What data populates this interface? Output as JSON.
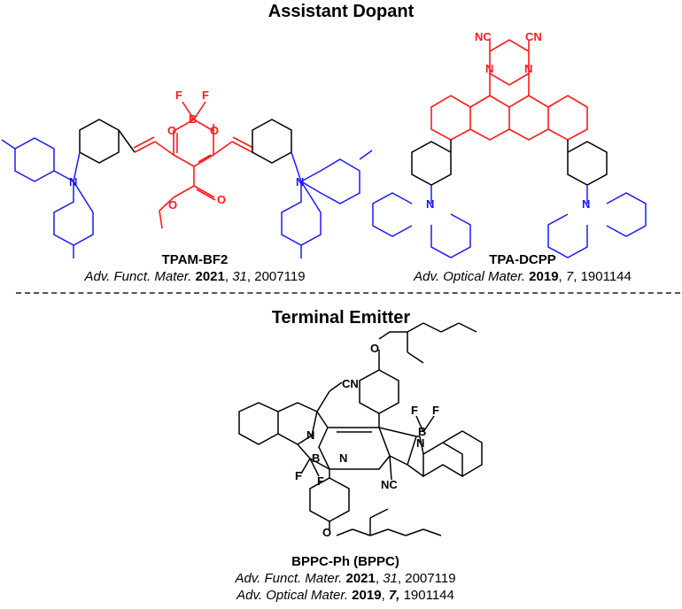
{
  "sections": {
    "assistant": {
      "title": "Assistant Dopant"
    },
    "terminal": {
      "title": "Terminal Emitter"
    }
  },
  "molecules": {
    "tpam": {
      "name": "TPAM-BF2",
      "refs": [
        {
          "journal": "Adv. Funct. Mater.",
          "year": "2021",
          "volume": "31",
          "page": "2007119"
        }
      ],
      "atoms": {
        "f1": "F",
        "f2": "F",
        "b": "B",
        "o1": "O",
        "o2": "O",
        "o3": "O",
        "o4": "O",
        "n1": "N",
        "n2": "N"
      }
    },
    "tpadcpp": {
      "name": "TPA-DCPP",
      "refs": [
        {
          "journal": "Adv. Optical Mater.",
          "year": "2019",
          "volume": "7",
          "page": "1901144"
        }
      ],
      "atoms": {
        "cn1": "NC",
        "cn2": "CN",
        "n1": "N",
        "n2": "N",
        "n3": "N",
        "n4": "N"
      }
    },
    "bppc": {
      "name": "BPPC-Ph (BPPC)",
      "refs": [
        {
          "journal": "Adv. Funct. Mater.",
          "year": "2021",
          "volume": "31",
          "page": "2007119"
        },
        {
          "journal": "Adv. Optical Mater.",
          "year": "2019",
          "volume": "7,",
          "page": "1901144"
        }
      ],
      "atoms": {
        "o1": "O",
        "o2": "O",
        "cn1": "CN",
        "cn2": "NC",
        "n1": "N",
        "n2": "N",
        "n3": "N",
        "b1": "B",
        "b2": "B",
        "f1": "F",
        "f2": "F",
        "f3": "F",
        "f4": "F"
      }
    }
  },
  "colors": {
    "blue": "#1a1aff",
    "red": "#ff1a1a",
    "black": "#000000"
  }
}
